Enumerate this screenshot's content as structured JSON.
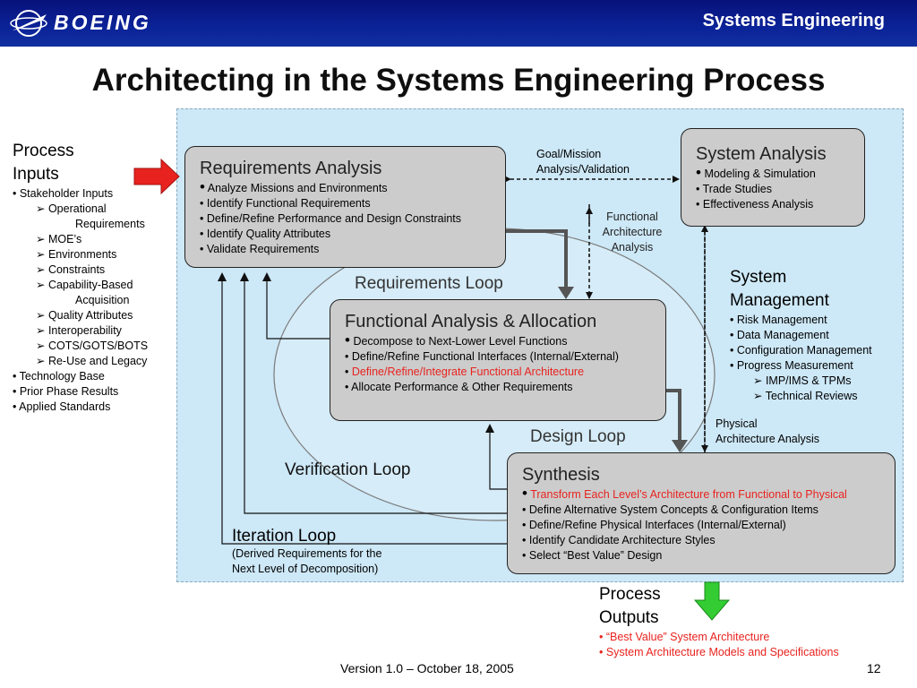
{
  "header": {
    "logo_text": "BOEING",
    "title": "Systems Engineering"
  },
  "slide_title": "Architecting in the Systems Engineering Process",
  "process_inputs": {
    "title_line1": "Process",
    "title_line2": "Inputs",
    "items": [
      "• Stakeholder Inputs",
      "➢ Operational",
      "Requirements",
      "➢ MOE’s",
      "➢ Environments",
      "➢ Constraints",
      "➢ Capability-Based",
      "Acquisition",
      "➢ Quality Attributes",
      "➢ Interoperability",
      "➢ COTS/GOTS/BOTS",
      "➢ Re-Use and Legacy",
      "• Technology Base",
      "• Prior Phase Results",
      "• Applied Standards"
    ]
  },
  "requirements_analysis": {
    "title": "Requirements Analysis",
    "items": [
      "Analyze Missions and Environments",
      "Identify Functional Requirements",
      "Define/Refine Performance and Design Constraints",
      "Identify Quality Attributes",
      "Validate Requirements"
    ]
  },
  "system_analysis": {
    "title": "System Analysis",
    "items": [
      "Modeling & Simulation",
      "Trade Studies",
      "Effectiveness Analysis"
    ]
  },
  "functional_analysis": {
    "title": "Functional Analysis & Allocation",
    "items": [
      "Decompose to Next-Lower Level Functions",
      "Define/Refine Functional Interfaces (Internal/External)",
      "Define/Refine/Integrate Functional Architecture",
      "Allocate Performance & Other Requirements"
    ]
  },
  "synthesis": {
    "title": "Synthesis",
    "items": [
      "Transform Each Level’s Architecture from Functional to Physical",
      "Define Alternative System Concepts & Configuration Items",
      "Define/Refine Physical Interfaces (Internal/External)",
      "Identify Candidate Architecture Styles",
      "Select “Best Value” Design"
    ]
  },
  "system_management": {
    "title_line1": "System",
    "title_line2": "Management",
    "items": [
      "• Risk Management",
      "• Data Management",
      "• Configuration Management",
      "• Progress Measurement",
      "➢ IMP/IMS & TPMs",
      "➢ Technical Reviews"
    ]
  },
  "labels": {
    "goal_mission_1": "Goal/Mission",
    "goal_mission_2": "Analysis/Validation",
    "functional_arch_1": "Functional",
    "functional_arch_2": "Architecture",
    "functional_arch_3": "Analysis",
    "physical_arch_1": "Physical",
    "physical_arch_2": "Architecture Analysis",
    "requirements_loop": "Requirements Loop",
    "design_loop": "Design Loop",
    "verification_loop": "Verification Loop",
    "iteration_loop": "Iteration Loop",
    "iteration_sub_1": "(Derived Requirements for the",
    "iteration_sub_2": "Next Level of Decomposition)"
  },
  "process_outputs": {
    "title_line1": "Process",
    "title_line2": "Outputs",
    "items": [
      "• “Best Value” System Architecture",
      "• System Architecture Models and Specifications"
    ]
  },
  "footer": {
    "version": "Version 1.0 – October 18, 2005",
    "page_number": "12"
  },
  "colors": {
    "header_blue": "#0b2399",
    "panel_blue": "#cde8f7",
    "box_gray": "#cccccc",
    "input_arrow_red": "#e8231f",
    "output_arrow_green": "#33cc33",
    "highlight_red": "#e8231f"
  }
}
